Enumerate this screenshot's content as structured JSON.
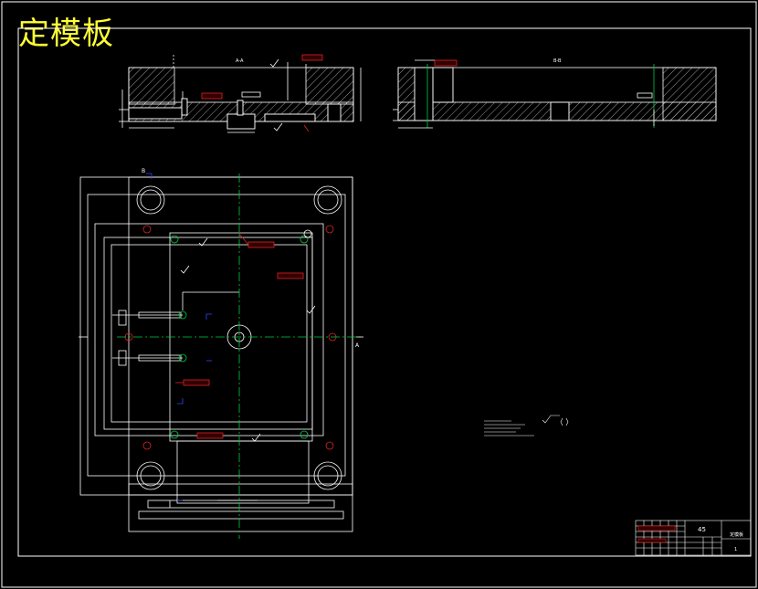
{
  "drawing": {
    "title": "定模板",
    "colors": {
      "background": "#000000",
      "line": "#ffffff",
      "centerline": "#00cc44",
      "title": "#ffff33",
      "tolerance": "#dd2222",
      "accent": "#3344ff"
    },
    "views": {
      "section_a": {
        "label": "A-A"
      },
      "section_b": {
        "label": "B-B"
      },
      "plan": {
        "marker_a": "A",
        "marker_b": "B"
      }
    },
    "title_block": {
      "scale": "45",
      "name": "定模板",
      "sheet": "1"
    }
  }
}
